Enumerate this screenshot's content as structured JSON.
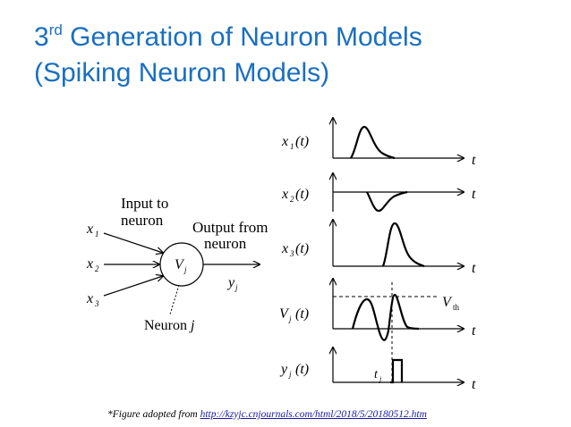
{
  "slide": {
    "title_line1_prefix": "3",
    "title_line1_sup": "rd",
    "title_line1_rest": " Generation of Neuron Models",
    "title_line2": "(Spiking Neuron Models)",
    "title_color": "#1a6fc0"
  },
  "diagram": {
    "input_label_1": "Input to",
    "input_label_2": "neuron",
    "output_label_1": "Output from",
    "output_label_2": "neuron",
    "x1": "x",
    "x1_sub": "1",
    "x2": "x",
    "x2_sub": "2",
    "x3": "x",
    "x3_sub": "3",
    "vj": "V",
    "vj_sub": "j",
    "yj": "y",
    "yj_sub": "j",
    "neuron_label": "Neuron ",
    "neuron_label_j": "j"
  },
  "plots": {
    "row1_label": "x",
    "row1_sub": "1",
    "row1_arg": "(t)",
    "row2_label": "x",
    "row2_sub": "2",
    "row2_arg": "(t)",
    "row3_label": "x",
    "row3_sub": "3",
    "row3_arg": "(t)",
    "row4_label": "V",
    "row4_sub": "j",
    "row4_arg": "(t)",
    "row5_label": "y",
    "row5_sub": "j",
    "row5_arg": "(t)",
    "t_label": "t",
    "vth_label": "V",
    "vth_sub": "th",
    "tj_label": "t",
    "tj_sub": "j"
  },
  "caption": {
    "prefix": "*Figure adopted from ",
    "link_text": "http://kzyjc.cnjournals.com/html/2018/5/20180512.htm"
  }
}
